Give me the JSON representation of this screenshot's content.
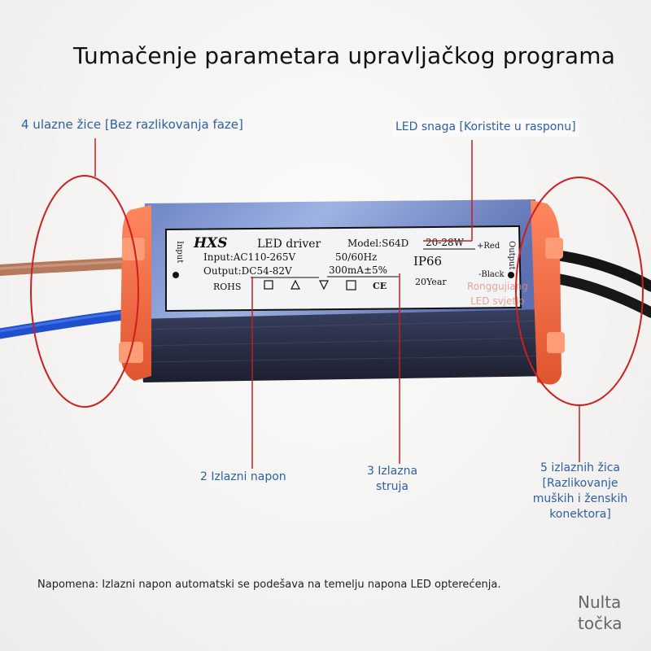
{
  "title": "Tumačenje parametara upravljačkog programa",
  "annotations": {
    "input_wires": "4 ulazne žice [Bez razlikovanja faze]",
    "led_power": "LED snaga [Koristite u rasponu]",
    "output_voltage": "2 Izlazni napon",
    "output_current_line1": "3 Izlazna",
    "output_current_line2": "struja",
    "output_wires_line1": "5 izlaznih žica",
    "output_wires_line2": "[Razlikovanje",
    "output_wires_line3": "muških i ženskih",
    "output_wires_line4": "konektora]"
  },
  "note": "Napomena: Izlazni napon automatski se podešava na temelju napona LED opterećenja.",
  "corner": {
    "line1": "Nulta",
    "line2": "točka"
  },
  "driver_label": {
    "brand": "HXS",
    "product": "LED driver",
    "model": "Model:S64D",
    "power": "20-28W",
    "input": "Input:AC110-265V",
    "frequency": "50/60Hz",
    "ip": "IP66",
    "output": "Output:DC54-82V",
    "current": "300mA±5%",
    "rohs": "ROHS",
    "life": "20Year",
    "side_input": "Input",
    "side_output": "Output",
    "red": "+Red",
    "black": "-Black",
    "watermark_line1": "Ronggujiang",
    "watermark_line2": "LED svjetlo"
  },
  "colors": {
    "annotation": "#2d5fa6",
    "callout_circle": "#cc1f1f",
    "callout_line": "#c02020",
    "housing_top": "#5566a8",
    "housing_side": "#262a40",
    "end_cap": "#f06a45",
    "wire_brown": "#b57a5e",
    "wire_blue": "#1f4fcf",
    "wire_black": "#151515"
  }
}
